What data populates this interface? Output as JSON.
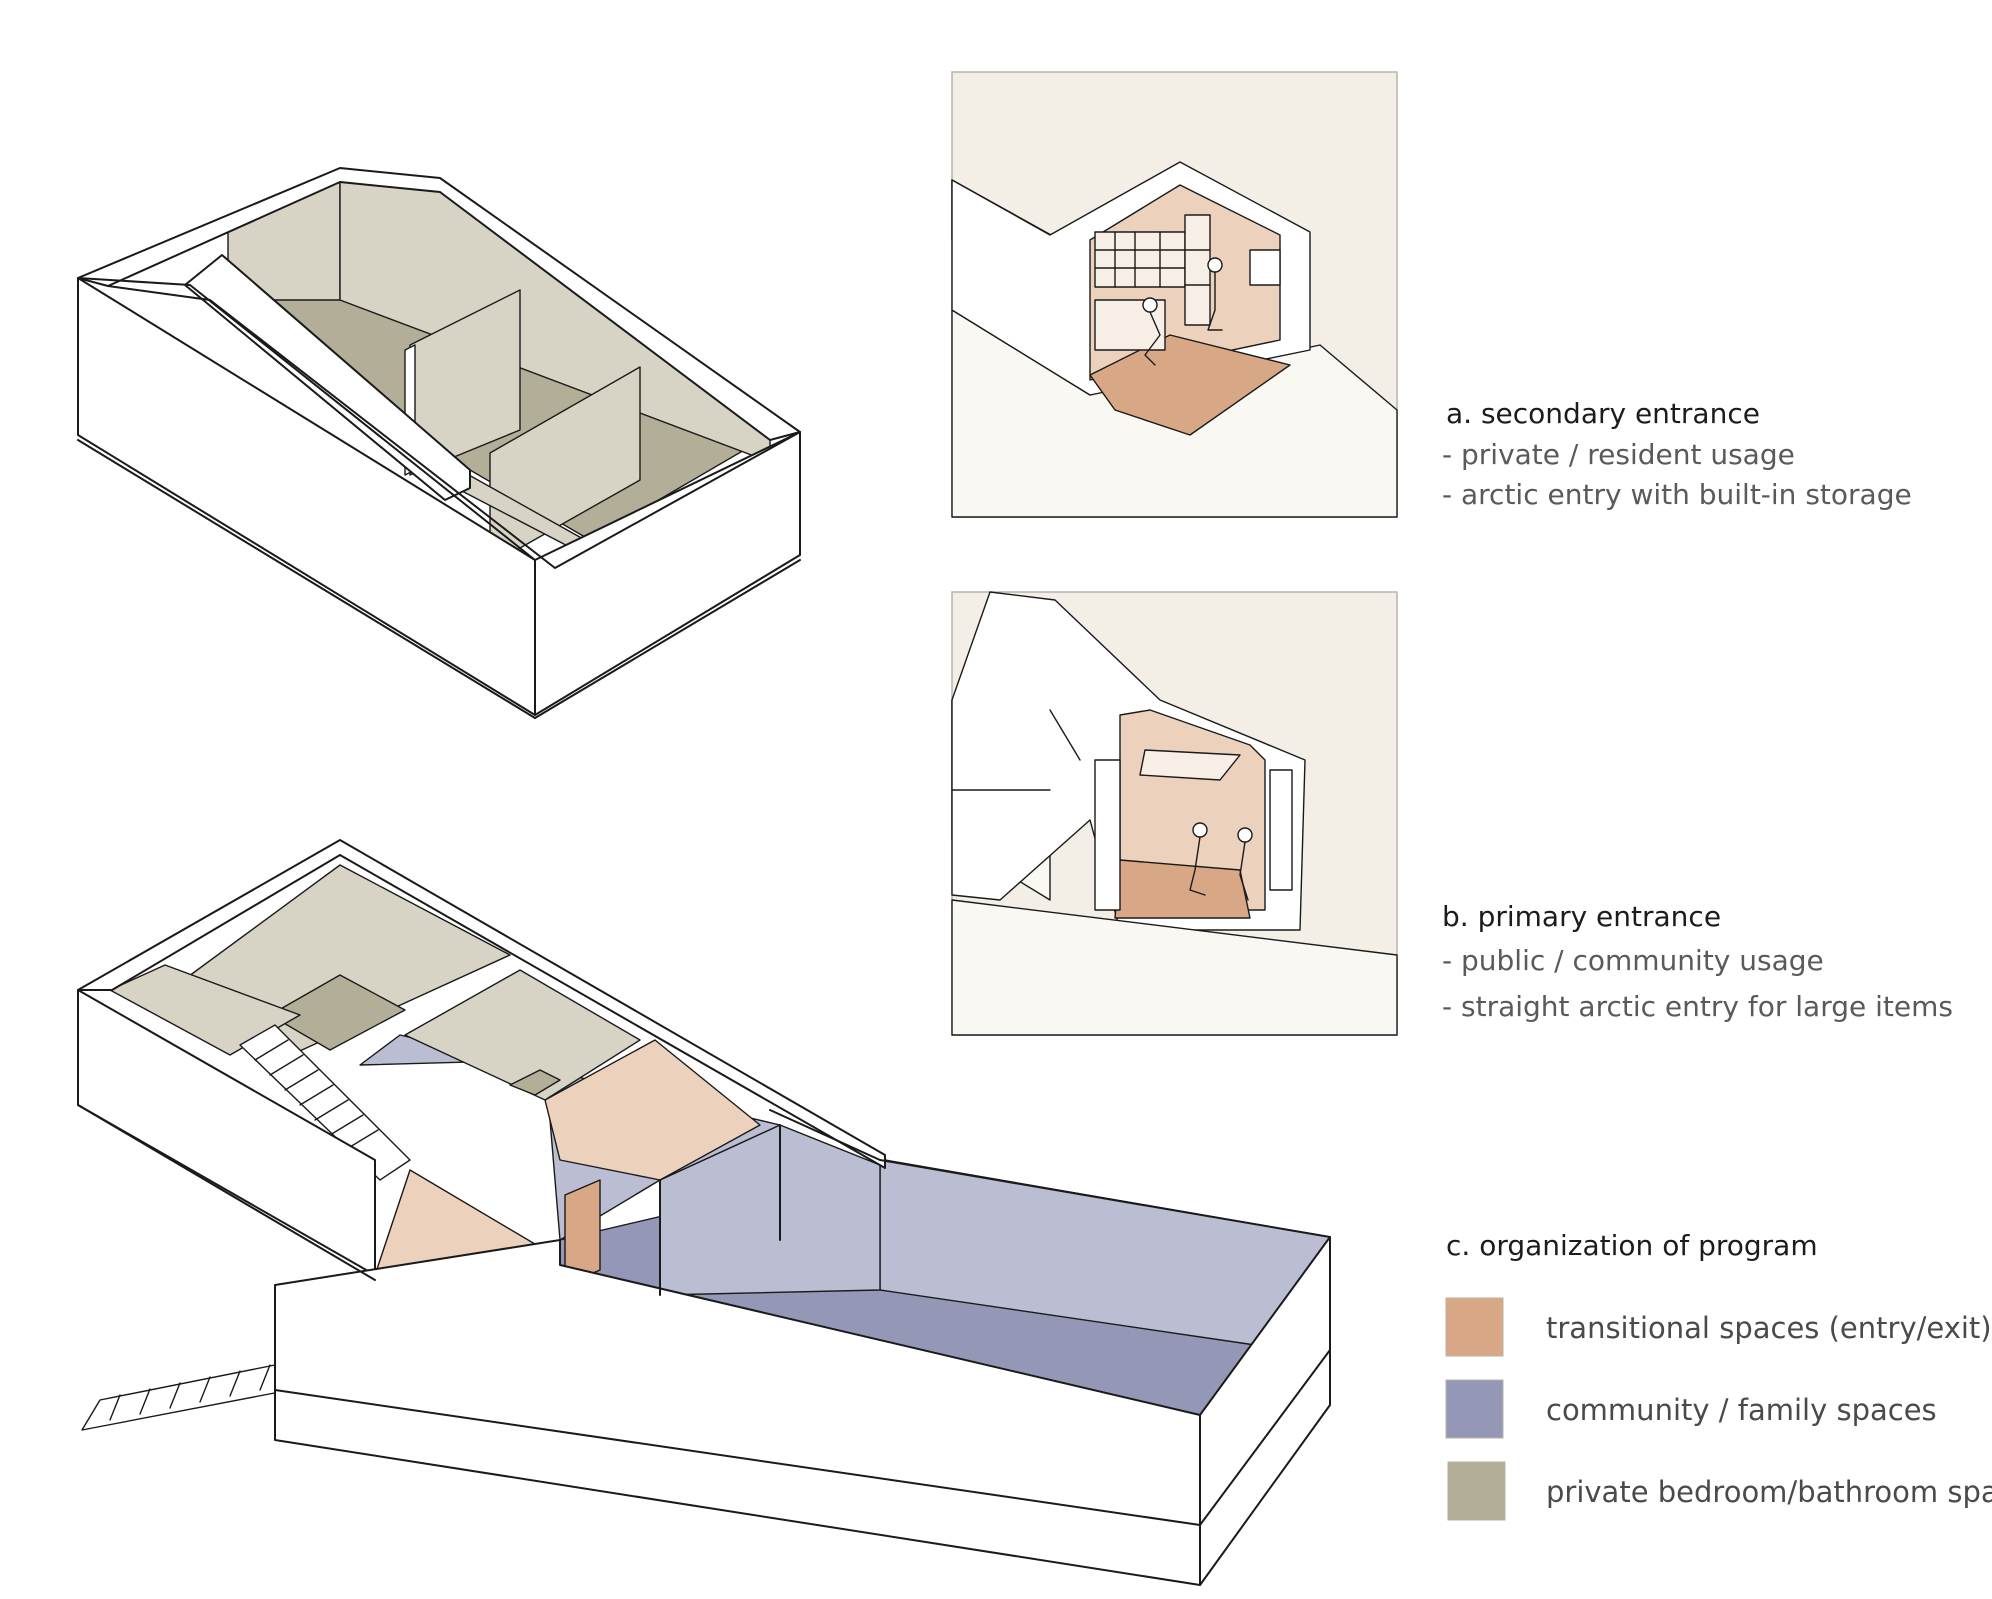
{
  "colors": {
    "transitional": "#d8a886",
    "transitional_light": "#ecd1bc",
    "community": "#9597b6",
    "community_light": "#bbbdd3",
    "private": "#b3ae97",
    "private_light": "#d7d3c5",
    "panel_bg": "#f3efe6",
    "wall": "#ffffff",
    "line": "#1a1a1a"
  },
  "vignettes": [
    {
      "id": "a",
      "title": "a. secondary entrance",
      "lines": [
        "- private / resident usage",
        "- arctic entry with built-in storage"
      ]
    },
    {
      "id": "b",
      "title": "b. primary entrance",
      "lines": [
        "- public / community usage",
        "- straight arctic entry for large items"
      ]
    }
  ],
  "legend": {
    "title": "c. organization of program",
    "items": [
      {
        "label": "transitional spaces (entry/exit)",
        "color": "#d8a886"
      },
      {
        "label": "community / family spaces",
        "color": "#9597b6"
      },
      {
        "label": "private bedroom/bathroom spac",
        "color": "#b3ae97"
      }
    ]
  }
}
